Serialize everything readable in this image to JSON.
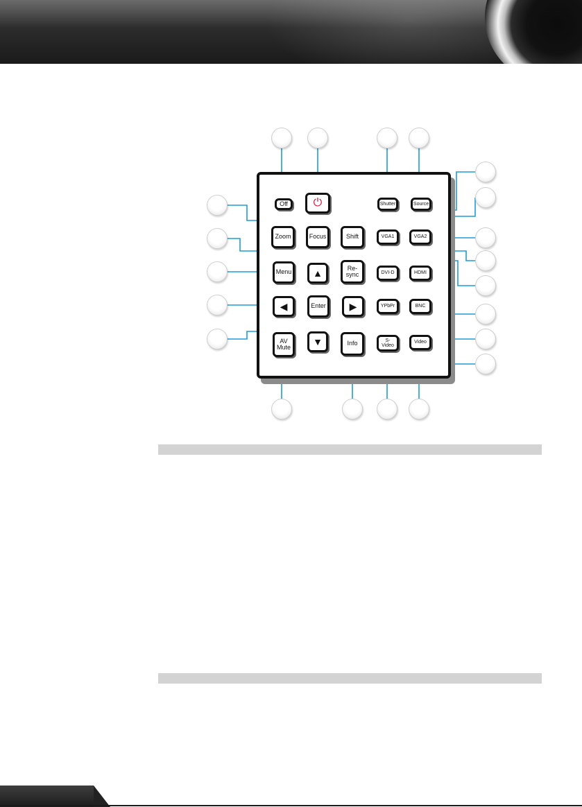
{
  "buttons": {
    "off": "Off",
    "power": "⏻",
    "shutter": "Shutter",
    "source": "Source",
    "zoom": "Zoom",
    "focus": "Focus",
    "shift": "Shift",
    "vga1": "VGA1",
    "vga2": "VGA2",
    "menu": "Menu",
    "up": "▲",
    "resync": "Re-\nsync",
    "dvid": "DVI-D",
    "hdmi": "HDMI",
    "left": "◀",
    "enter": "Enter",
    "right": "▶",
    "ypbpr": "YPbPr",
    "bnc": "BNC",
    "avmute": "AV\nMute",
    "down": "▼",
    "info": "Info",
    "svideo": "S-\nVideo",
    "video": "Video"
  },
  "colors": {
    "leader_line": "#1e9bd7",
    "power_symbol": "#d4143a",
    "section_bar": "#d3d3d3",
    "header_dark": "#2c2c2c"
  }
}
